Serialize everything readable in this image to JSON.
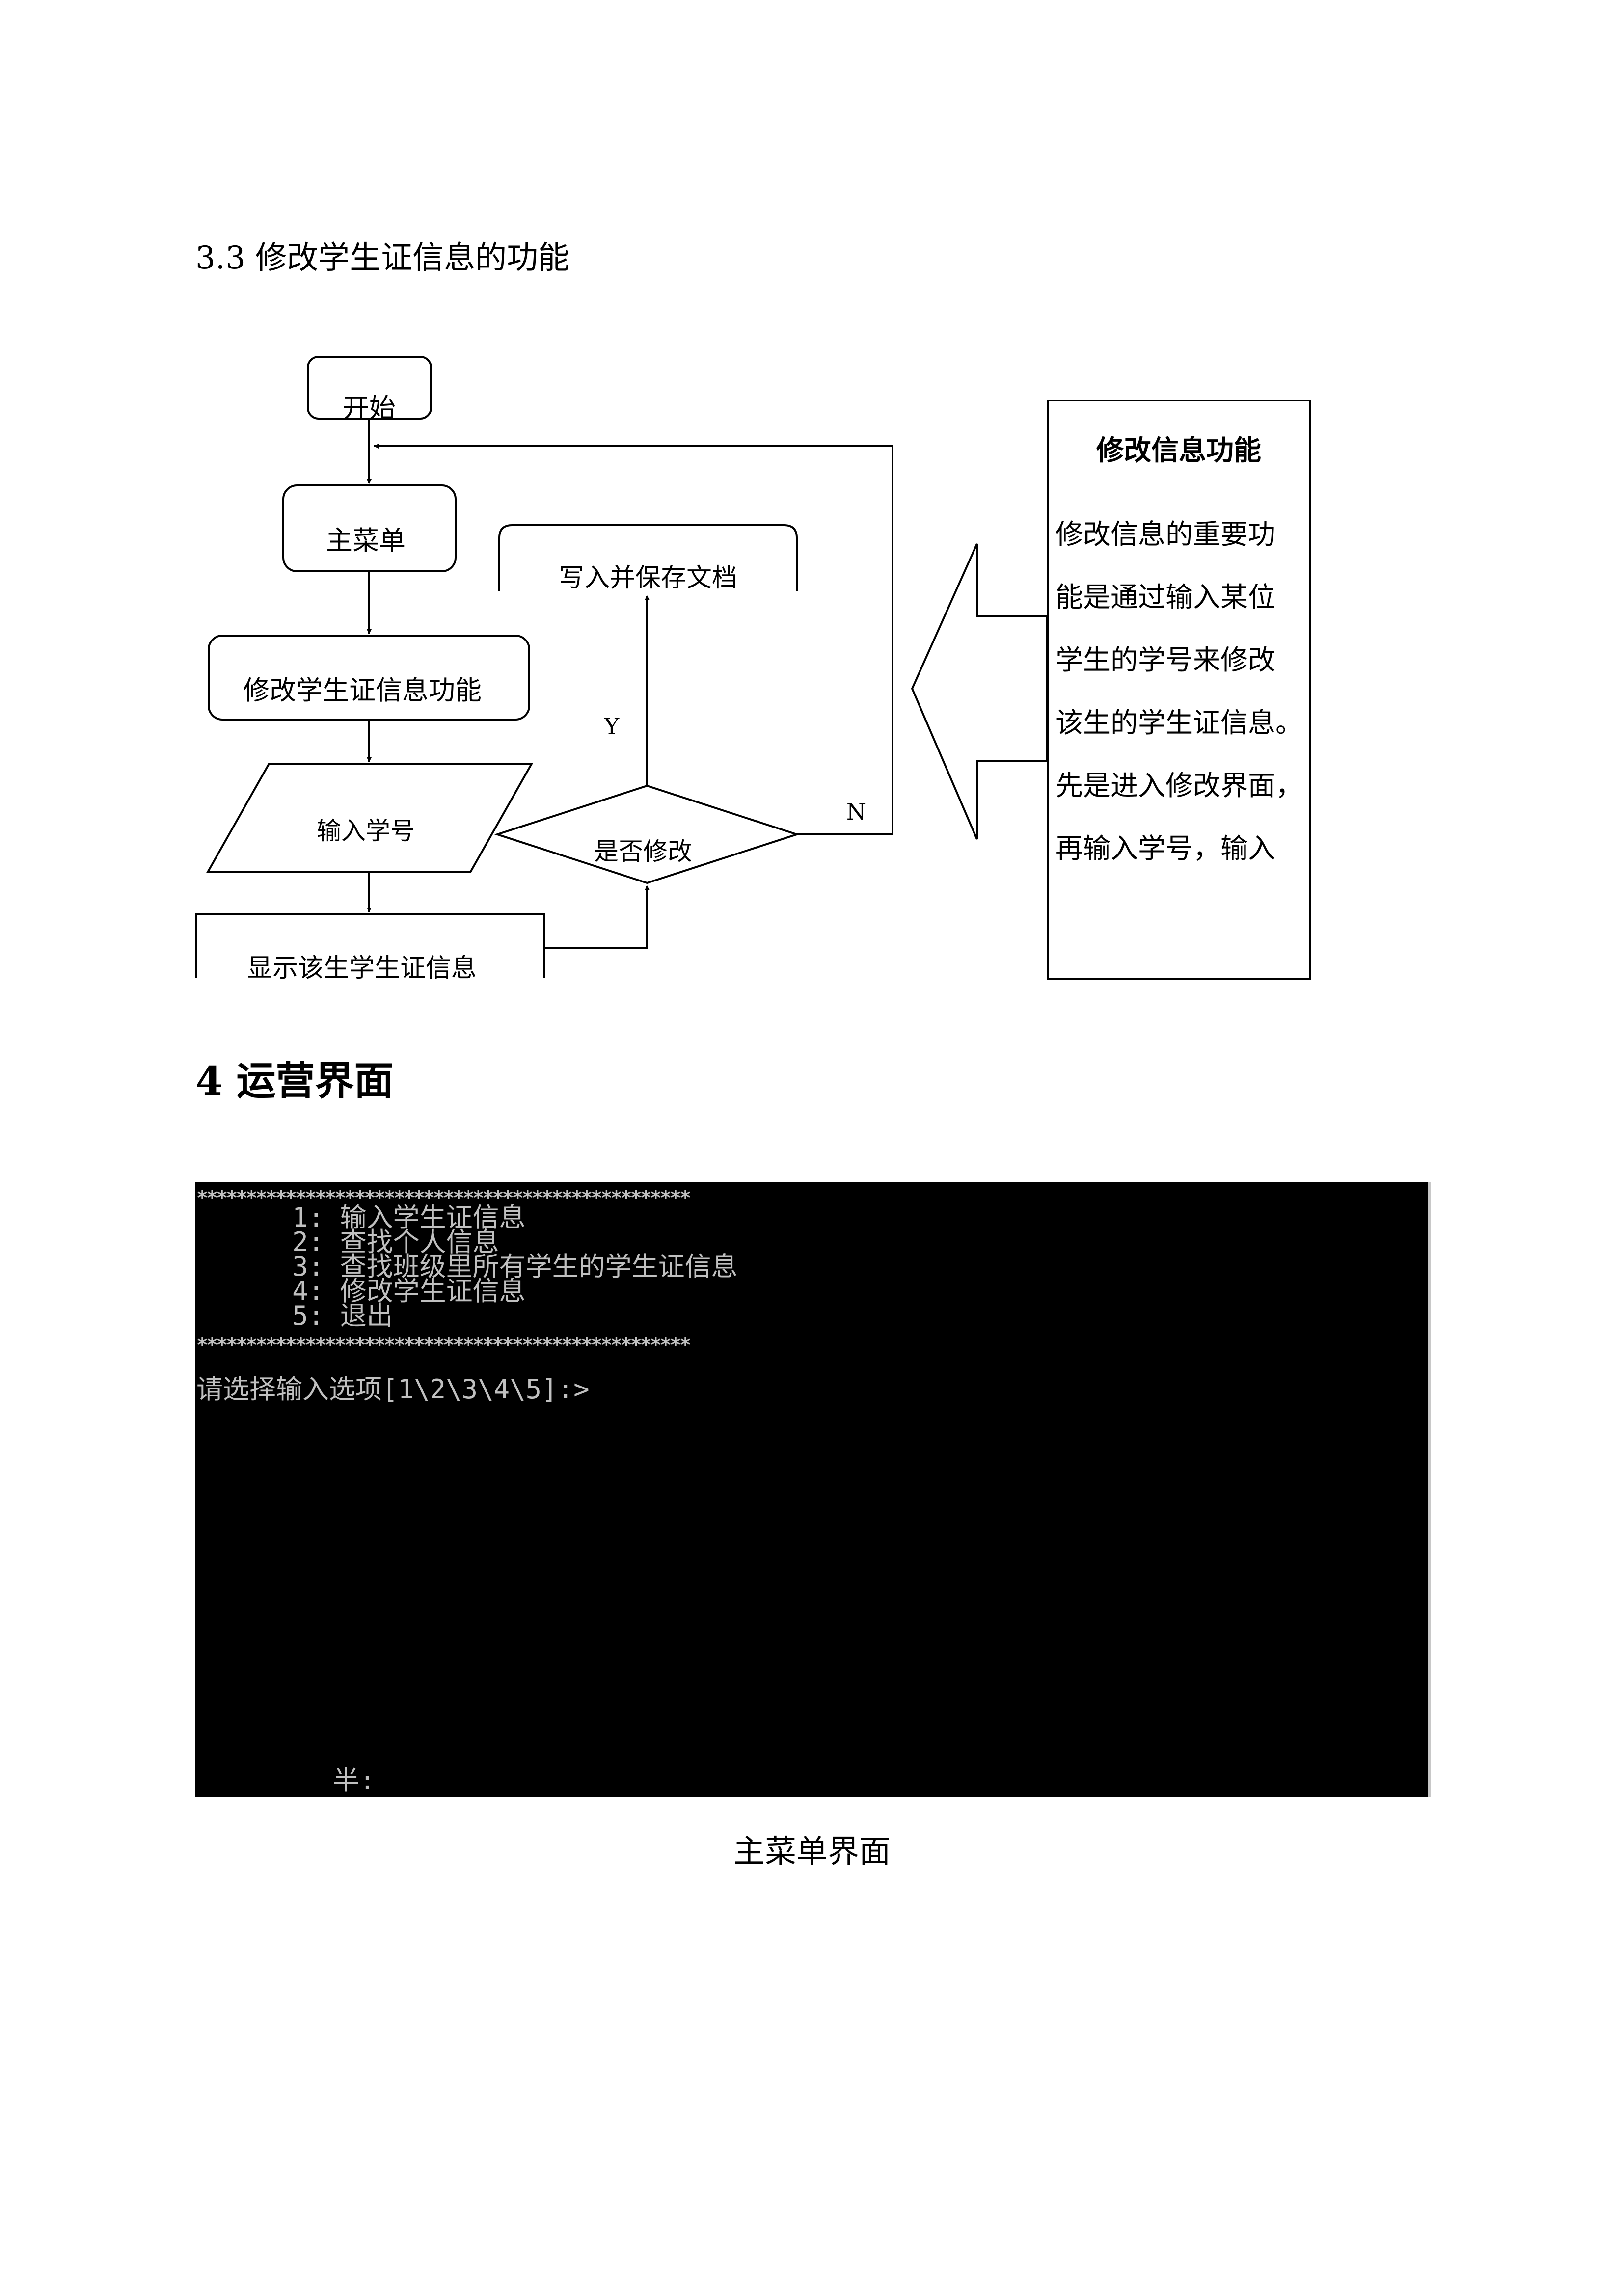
{
  "section_heading": "3.3  修改学生证信息的功能",
  "flowchart": {
    "start": "开始",
    "main_menu": "主菜单",
    "modify_function": "修改学生证信息功能",
    "input_id": "输入学号",
    "display_info": "显示该生学生证信息",
    "decision": "是否修改",
    "write_save": "写入并保存文档",
    "yes_label": "Y",
    "no_label": "N"
  },
  "side_note": {
    "title": "修改信息功能",
    "lines": [
      "修改信息的重要功",
      "能是通过输入某位",
      "学生的学号来修改",
      "该生的学生证信息。",
      "先是进入修改界面，",
      "再输入学号，输入"
    ]
  },
  "chapter_heading": "4  运营界面",
  "console": {
    "separator": "**************************************************",
    "menu_items": [
      "      1: 输入学生证信息",
      "      2: 查找个人信息",
      "      3: 查找班级里所有学生的学生证信息",
      "      4: 修改学生证信息",
      "      5: 退出"
    ],
    "prompt": "请选择输入选项[1\\2\\3\\4\\5]:>",
    "ime_status": "半:"
  },
  "caption": "主菜单界面"
}
